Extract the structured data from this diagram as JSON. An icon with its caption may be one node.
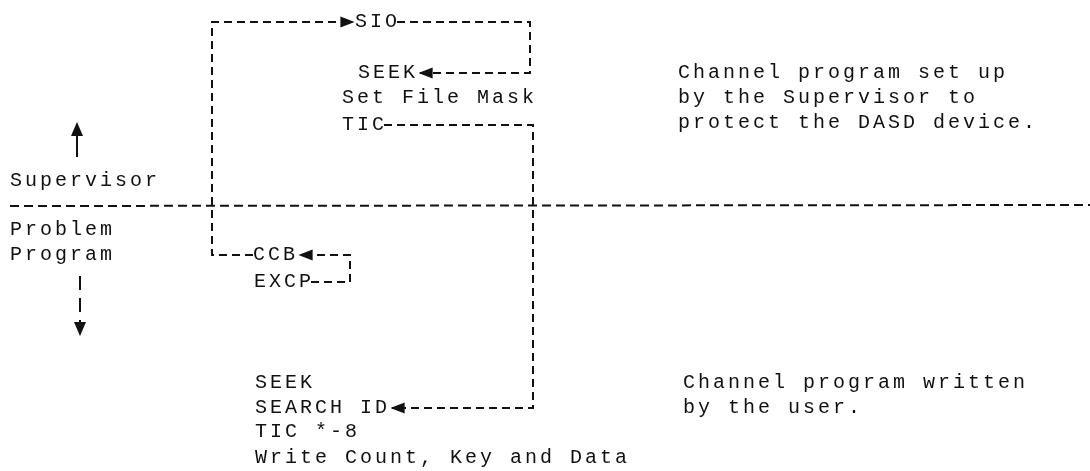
{
  "diagram": {
    "nodes": [
      {
        "text": [
          "SIO"
        ]
      },
      {
        "text": [
          "SEEK"
        ]
      },
      {
        "text": [
          "Set File Mask"
        ]
      },
      {
        "text": [
          "TIC"
        ]
      },
      {
        "text": [
          "CCB"
        ]
      },
      {
        "text": [
          "EXCP"
        ]
      },
      {
        "text": [
          "SEEK"
        ]
      },
      {
        "text": [
          "SEARCH ID"
        ]
      },
      {
        "text": [
          "TIC *-8"
        ]
      },
      {
        "text": [
          "Write Count, Key and Data"
        ]
      }
    ],
    "edges": [
      {
        "from": 4,
        "to": 0,
        "arrow": "to",
        "style": "dashed"
      },
      {
        "from": 0,
        "to": 1,
        "arrow": "to",
        "style": "dashed"
      },
      {
        "from": 5,
        "to": 4,
        "arrow": "to",
        "style": "dashed"
      },
      {
        "from": 3,
        "to": 7,
        "arrow": "to",
        "style": "dashed"
      }
    ],
    "labels": [
      "Channel program set up by the Supervisor to protect the DASD device.",
      "Supervisor",
      "Problem Program",
      "Channel program written by the user."
    ]
  }
}
